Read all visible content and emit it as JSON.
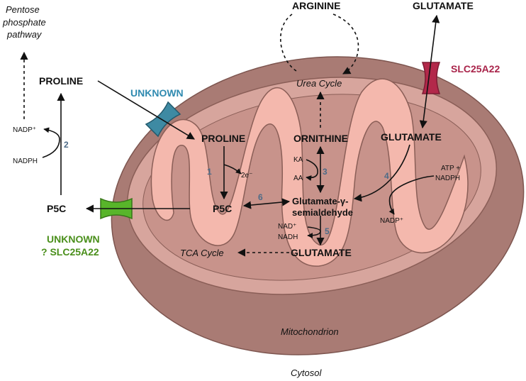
{
  "labels": {
    "pentose_line1": "Pentose",
    "pentose_line2": "phosphate",
    "pentose_line3": "pathway",
    "proline_cytosol": "PROLINE",
    "p5c_cytosol": "P5C",
    "nadp_plus_left": "NADP⁺",
    "nadph_left": "NADPH",
    "arginine": "ARGININE",
    "glutamate_top": "GLUTAMATE",
    "slc25a22": "SLC25A22",
    "unknown_blue": "UNKNOWN",
    "unknown_green": "UNKNOWN",
    "slc25a22_green": "? SLC25A22",
    "urea_cycle": "Urea Cycle",
    "proline_mito": "PROLINE",
    "ornithine": "ORNITHINE",
    "glutamate_mito": "GLUTAMATE",
    "p5c_mito": "P5C",
    "gsa_line1": "Glutamate-γ-",
    "gsa_line2": "semialdehyde",
    "glutamate_bottom": "GLUTAMATE",
    "tca_cycle": "TCA Cycle",
    "two_e": "2e⁻",
    "ka": "KA",
    "aa": "AA",
    "nad_plus": "NAD⁺",
    "nadh": "NADH",
    "atp_line1": "ATP +",
    "atp_line2": "NADPH",
    "nadp_plus_right": "NADP⁺",
    "mitochondrion": "Mitochondrion",
    "cytosol": "Cytosol"
  },
  "steps": {
    "s1": "1",
    "s2": "2",
    "s3": "3",
    "s4": "4",
    "s5": "5",
    "s6": "6"
  },
  "colors": {
    "outer_membrane": "#a97b74",
    "inner_space": "#d7a59d",
    "matrix_fill": "#f4b8ad",
    "cristae_shadow": "#8a5e57",
    "transporter_blue": "#3e8aa3",
    "transporter_red": "#b3284a",
    "transporter_green": "#58b52a",
    "label_blue": "#2f8ab0",
    "label_red": "#a9244a",
    "label_green": "#4a8f1b",
    "step_number": "#4d6b87"
  }
}
